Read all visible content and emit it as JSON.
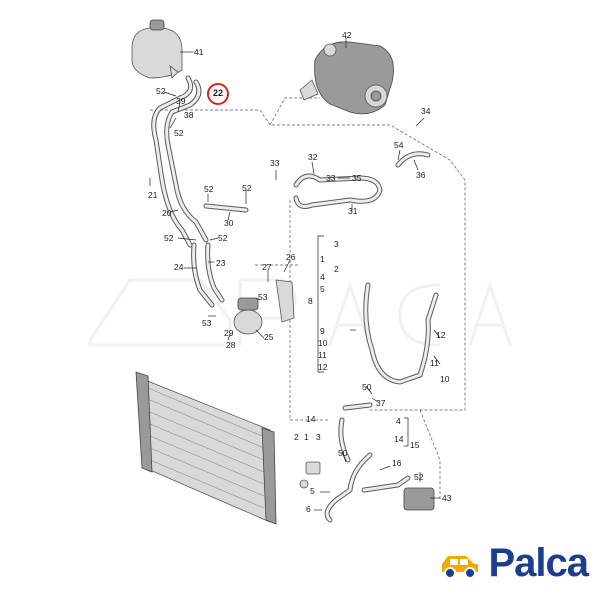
{
  "diagram": {
    "highlighted_part": "22",
    "labels": [
      {
        "id": "41",
        "text": "41"
      },
      {
        "id": "42",
        "text": "42"
      },
      {
        "id": "52a",
        "text": "52"
      },
      {
        "id": "39",
        "text": "39"
      },
      {
        "id": "38",
        "text": "38"
      },
      {
        "id": "52b",
        "text": "52"
      },
      {
        "id": "34",
        "text": "34"
      },
      {
        "id": "33a",
        "text": "33"
      },
      {
        "id": "32",
        "text": "32"
      },
      {
        "id": "54a",
        "text": "54"
      },
      {
        "id": "36",
        "text": "36"
      },
      {
        "id": "33b",
        "text": "33"
      },
      {
        "id": "35",
        "text": "35"
      },
      {
        "id": "21",
        "text": "21"
      },
      {
        "id": "52c",
        "text": "52"
      },
      {
        "id": "52d",
        "text": "52"
      },
      {
        "id": "31",
        "text": "31"
      },
      {
        "id": "20",
        "text": "20"
      },
      {
        "id": "30",
        "text": "30"
      },
      {
        "id": "52e",
        "text": "52"
      },
      {
        "id": "52f",
        "text": "52"
      },
      {
        "id": "3a",
        "text": "3"
      },
      {
        "id": "24",
        "text": "24"
      },
      {
        "id": "23",
        "text": "23"
      },
      {
        "id": "1a",
        "text": "1"
      },
      {
        "id": "2a",
        "text": "2"
      },
      {
        "id": "27",
        "text": "27"
      },
      {
        "id": "26",
        "text": "26"
      },
      {
        "id": "4a",
        "text": "4"
      },
      {
        "id": "5a",
        "text": "5"
      },
      {
        "id": "53a",
        "text": "53"
      },
      {
        "id": "8",
        "text": "8"
      },
      {
        "id": "53b",
        "text": "53"
      },
      {
        "id": "9",
        "text": "9"
      },
      {
        "id": "29",
        "text": "29"
      },
      {
        "id": "28",
        "text": "28"
      },
      {
        "id": "25",
        "text": "25"
      },
      {
        "id": "12",
        "text": "12"
      },
      {
        "id": "10a",
        "text": "10"
      },
      {
        "id": "11a",
        "text": "11"
      },
      {
        "id": "12b",
        "text": "12"
      },
      {
        "id": "11b",
        "text": "11"
      },
      {
        "id": "10b",
        "text": "10"
      },
      {
        "id": "50a",
        "text": "50"
      },
      {
        "id": "37",
        "text": "37"
      },
      {
        "id": "14a",
        "text": "14"
      },
      {
        "id": "2b",
        "text": "2"
      },
      {
        "id": "1b",
        "text": "1"
      },
      {
        "id": "3b",
        "text": "3"
      },
      {
        "id": "4b",
        "text": "4"
      },
      {
        "id": "14b",
        "text": "14"
      },
      {
        "id": "15",
        "text": "15"
      },
      {
        "id": "16",
        "text": "16"
      },
      {
        "id": "50b",
        "text": "50"
      },
      {
        "id": "5b",
        "text": "5"
      },
      {
        "id": "6",
        "text": "6"
      },
      {
        "id": "52g",
        "text": "52"
      },
      {
        "id": "43",
        "text": "43"
      }
    ]
  },
  "brand": {
    "logo_text": "Palca",
    "logo_color": "#1d3d8f",
    "accent_color": "#f2a900",
    "highlight_color": "#d9231d"
  }
}
